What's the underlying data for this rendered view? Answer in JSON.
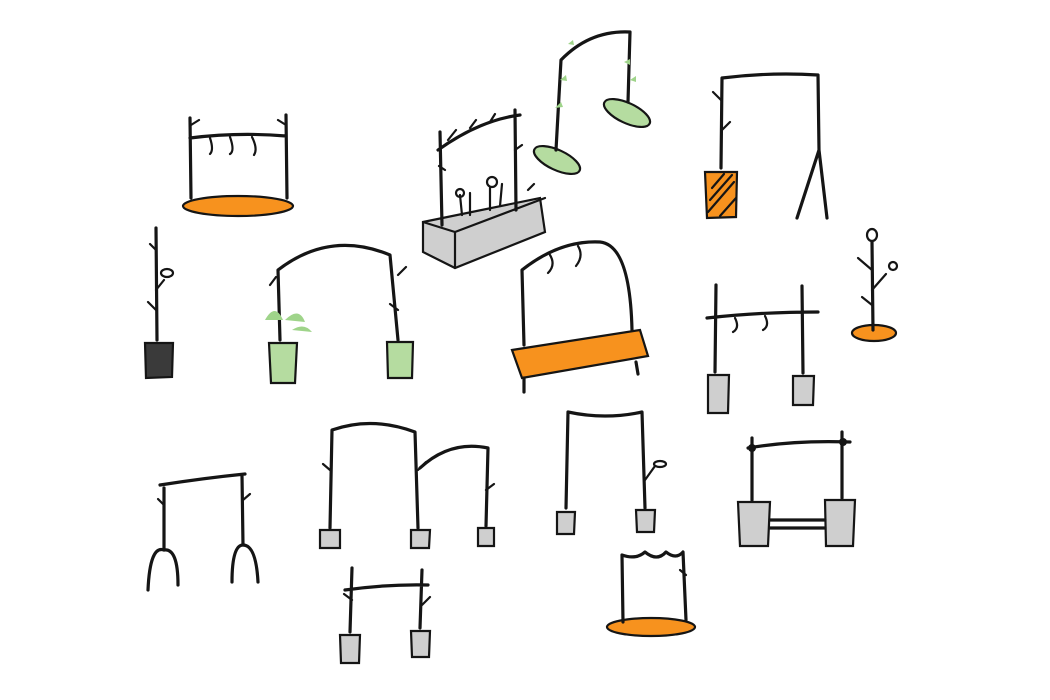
{
  "palette": {
    "ink": "#151515",
    "orange": "#f7921e",
    "green": "#b5dca0",
    "leaf": "#9fd48a",
    "grey": "#cfcfcf",
    "dark": "#3a3a3a",
    "background": "#ffffff"
  },
  "sketches": [
    "clothes-rail-on-orange-base",
    "planter-box-with-trellis",
    "arch-on-green-bases",
    "stand-with-striped-pot",
    "single-post-on-dark-pot",
    "arch-with-green-planters",
    "bench-with-hanger-arch",
    "coat-tree-on-orange-base",
    "rail-on-grey-weights",
    "double-arch-on-blocks",
    "arch-with-hook-on-blocks",
    "frame-on-grey-bollards-with-bar",
    "bowed-leg-rail",
    "small-rail-on-grey-pots",
    "wavy-frame-on-orange-base"
  ]
}
